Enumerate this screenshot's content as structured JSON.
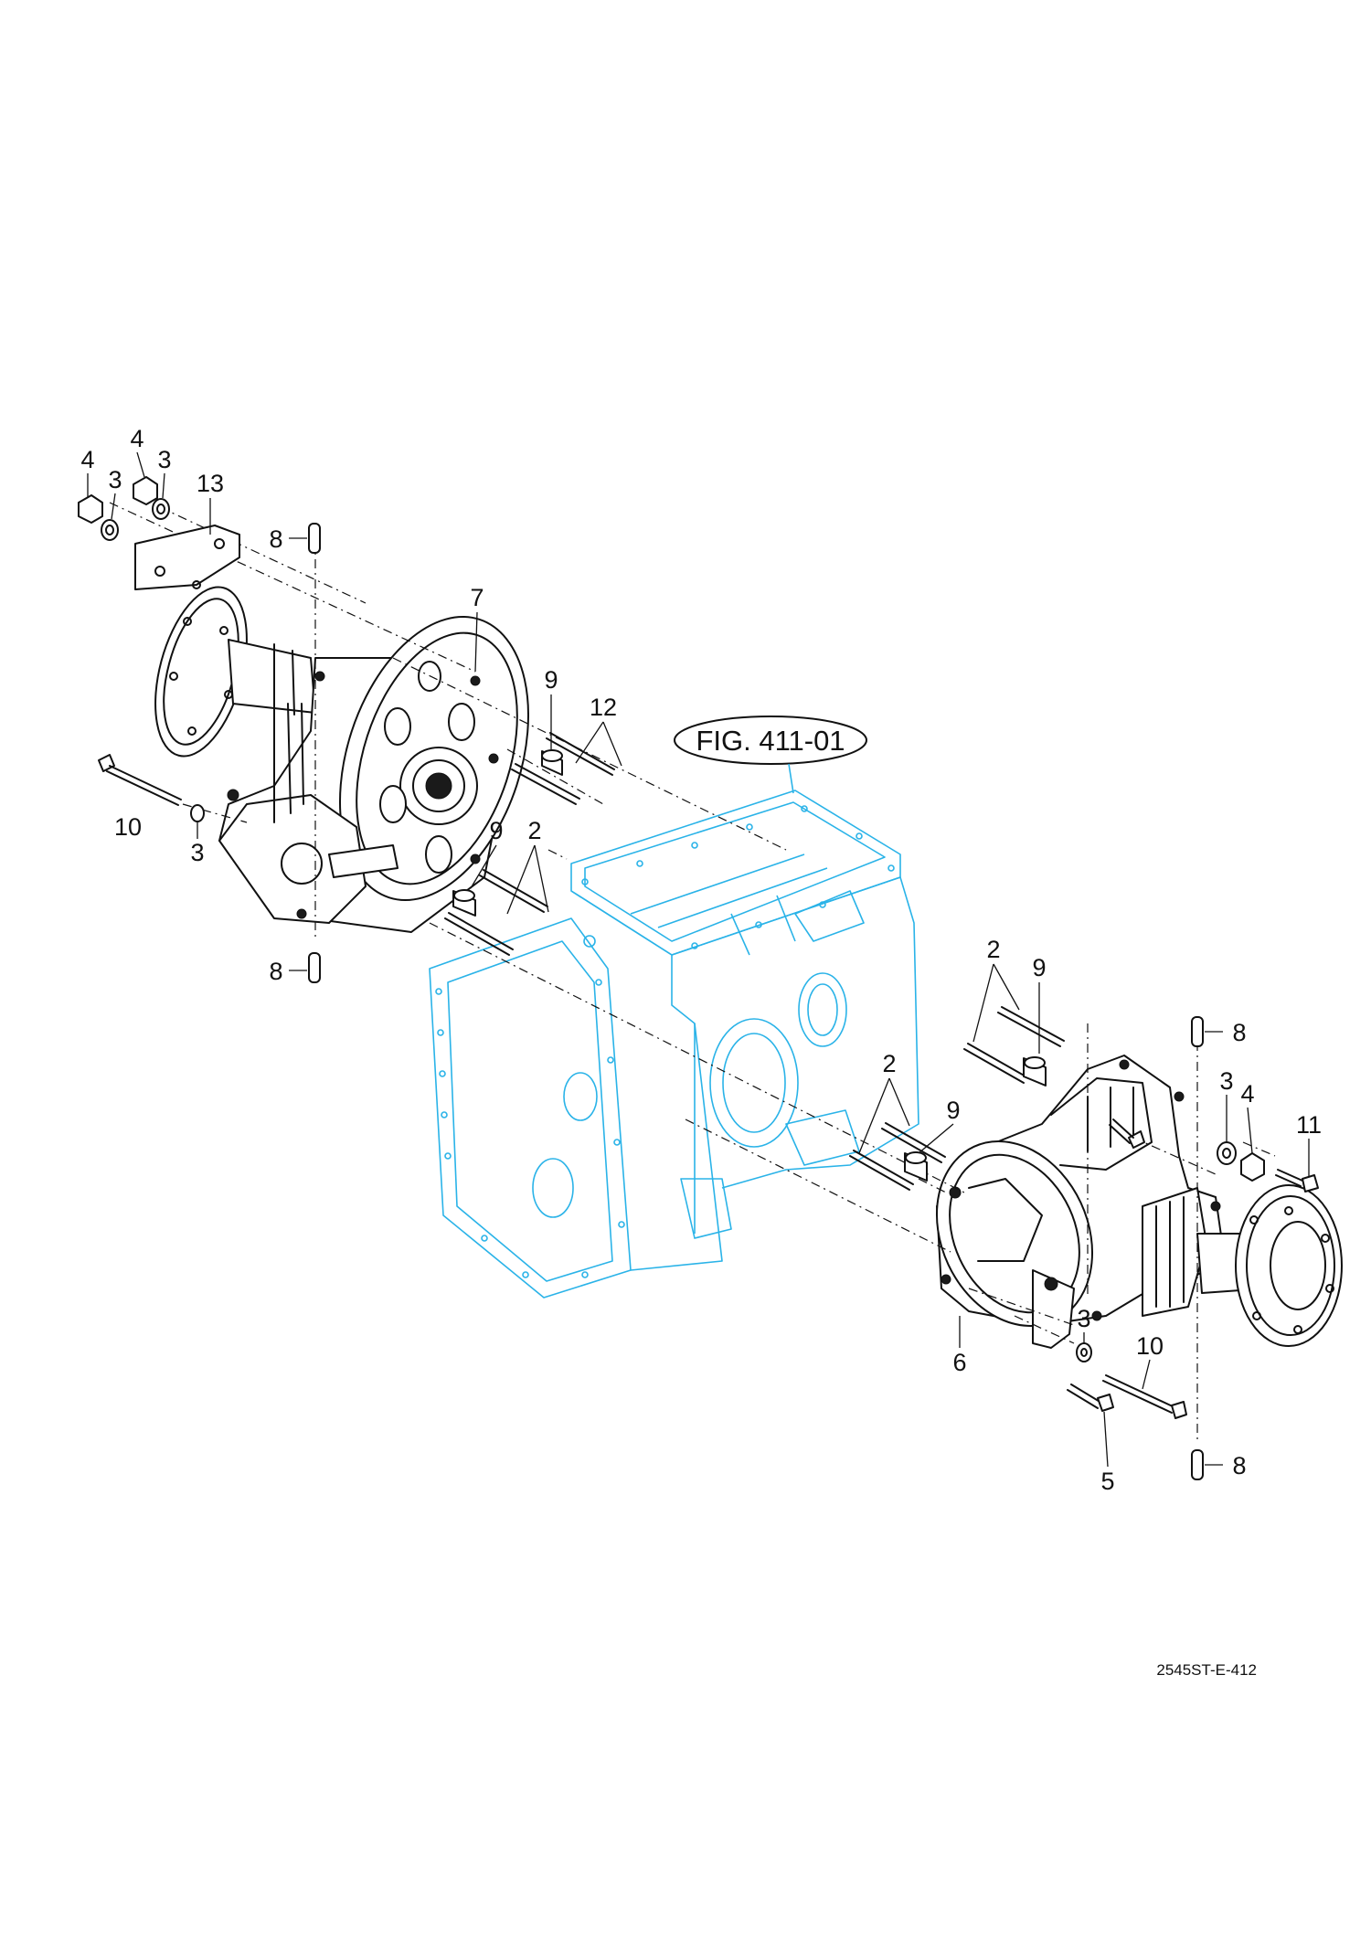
{
  "figure_reference": "FIG. 411-01",
  "drawing_code": "2545ST-E-412",
  "callouts": {
    "left_group": {
      "nut_outer": "4",
      "washer_outer": "3",
      "nut_inner": "4",
      "washer_inner": "3",
      "bracket": "13",
      "pin_top": "8",
      "housing": "7",
      "bush_upper": "9",
      "studs_upper": "12",
      "bolt": "10",
      "washer_bolt": "3",
      "bush_lower": "9",
      "studs_lower": "2",
      "pin_bottom": "8"
    },
    "right_group": {
      "studs_upper": "2",
      "bush_upper": "9",
      "pin_top": "8",
      "studs_lower": "2",
      "bush_lower": "9",
      "washer": "3",
      "nut": "4",
      "bolt_short": "11",
      "washer_bolt": "3",
      "bolt_long": "10",
      "housing": "6",
      "bolt_lower": "5",
      "pin_bottom": "8"
    }
  }
}
